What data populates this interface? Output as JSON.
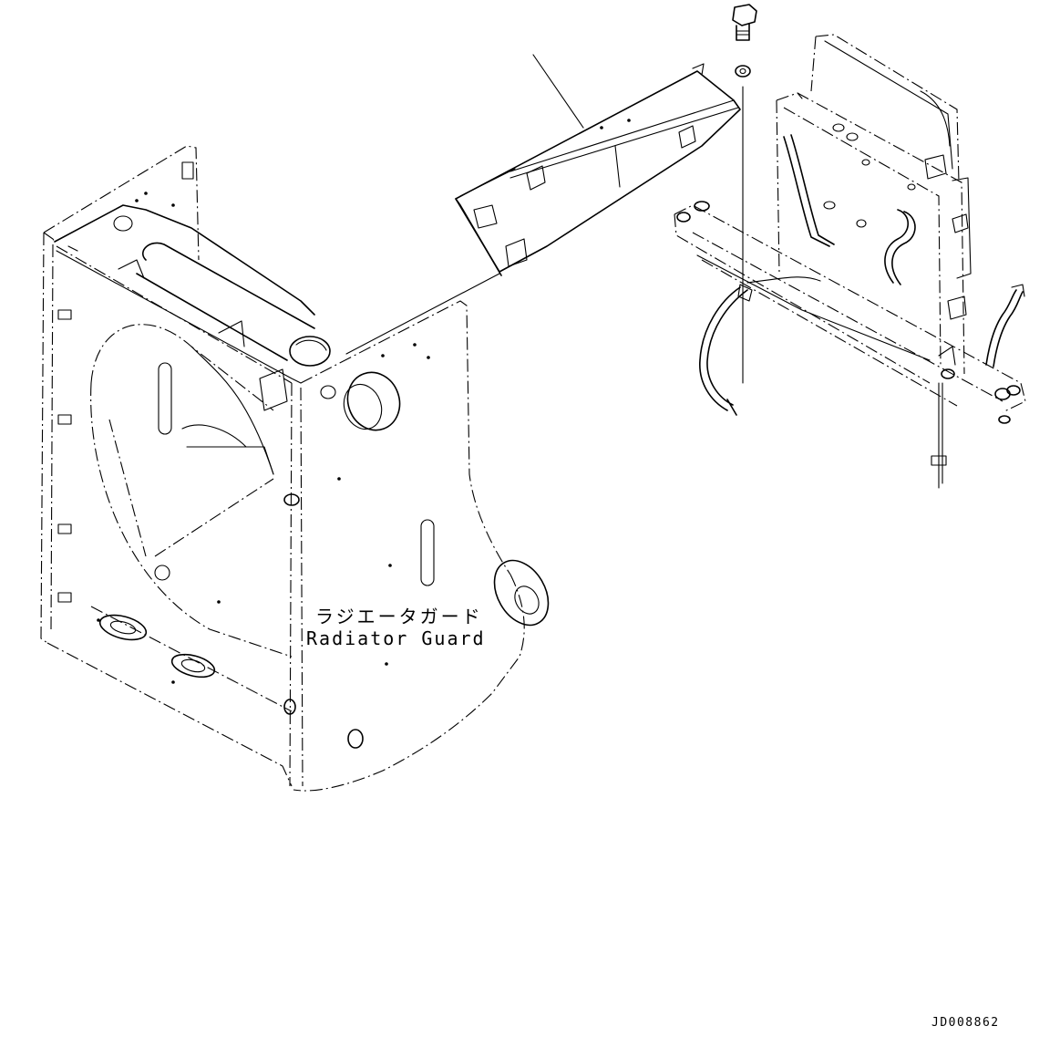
{
  "labels": {
    "part_name_jp": "ラジエータガード",
    "part_name_en": "Radiator Guard"
  },
  "drawing_id": "JD008862"
}
